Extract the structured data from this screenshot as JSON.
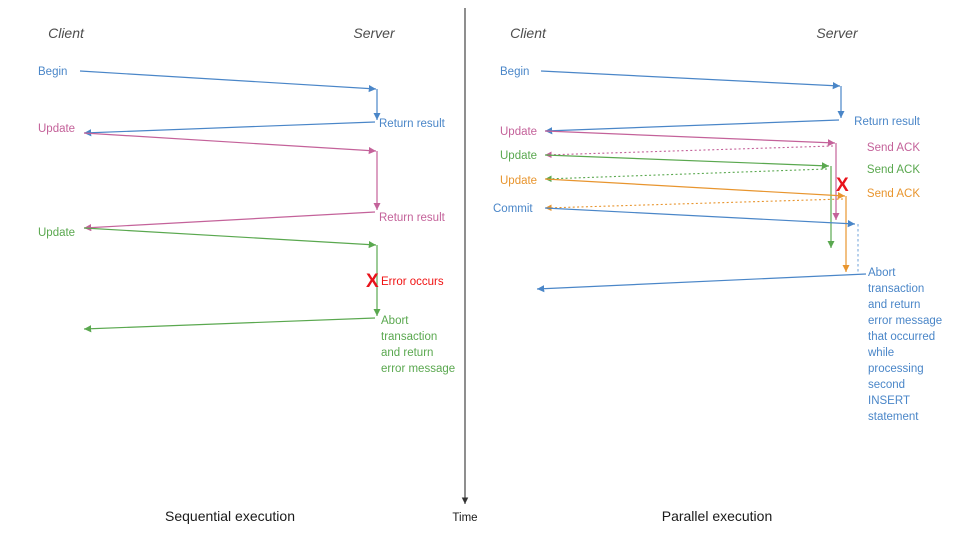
{
  "colors": {
    "blue": "#4a86c8",
    "pink": "#c4629a",
    "green": "#5aa84f",
    "orange": "#e8952e",
    "red": "#e8131b",
    "divider": "#333333",
    "actor": "#4d4d4d",
    "caption": "#1a1a1a"
  },
  "divider": {
    "name": "panel-divider"
  },
  "time_axis": {
    "label": "Time"
  },
  "left_panel": {
    "caption": "Sequential execution",
    "actors": {
      "client": "Client",
      "server": "Server"
    },
    "messages": [
      {
        "label": "Begin",
        "color": "blue",
        "side": "client",
        "kind": "request"
      },
      {
        "label": "Return result",
        "color": "blue",
        "side": "server",
        "kind": "response"
      },
      {
        "label": "Update",
        "color": "pink",
        "side": "client",
        "kind": "request"
      },
      {
        "label": "Return result",
        "color": "pink",
        "side": "server",
        "kind": "response"
      },
      {
        "label": "Update",
        "color": "green",
        "side": "client",
        "kind": "request"
      }
    ],
    "error": {
      "marker": "X",
      "label": "Error occurs"
    },
    "abort_lines": [
      "Abort",
      "transaction",
      "and return",
      "error message"
    ]
  },
  "right_panel": {
    "caption": "Parallel execution",
    "actors": {
      "client": "Client",
      "server": "Server"
    },
    "messages": [
      {
        "label": "Begin",
        "color": "blue",
        "side": "client",
        "kind": "request"
      },
      {
        "label": "Return result",
        "color": "blue",
        "side": "server",
        "kind": "response"
      },
      {
        "label": "Update",
        "color": "pink",
        "side": "client",
        "kind": "request"
      },
      {
        "label": "Send ACK",
        "color": "pink",
        "side": "server",
        "kind": "ack"
      },
      {
        "label": "Update",
        "color": "green",
        "side": "client",
        "kind": "request"
      },
      {
        "label": "Send ACK",
        "color": "green",
        "side": "server",
        "kind": "ack"
      },
      {
        "label": "Update",
        "color": "orange",
        "side": "client",
        "kind": "request"
      },
      {
        "label": "Send ACK",
        "color": "orange",
        "side": "server",
        "kind": "ack"
      },
      {
        "label": "Commit",
        "color": "blue",
        "side": "client",
        "kind": "request"
      }
    ],
    "error": {
      "marker": "X"
    },
    "abort_lines": [
      "Abort",
      "transaction",
      "and return",
      "error message",
      "that occurred",
      "while",
      "processing",
      "second",
      "INSERT",
      "statement"
    ]
  }
}
